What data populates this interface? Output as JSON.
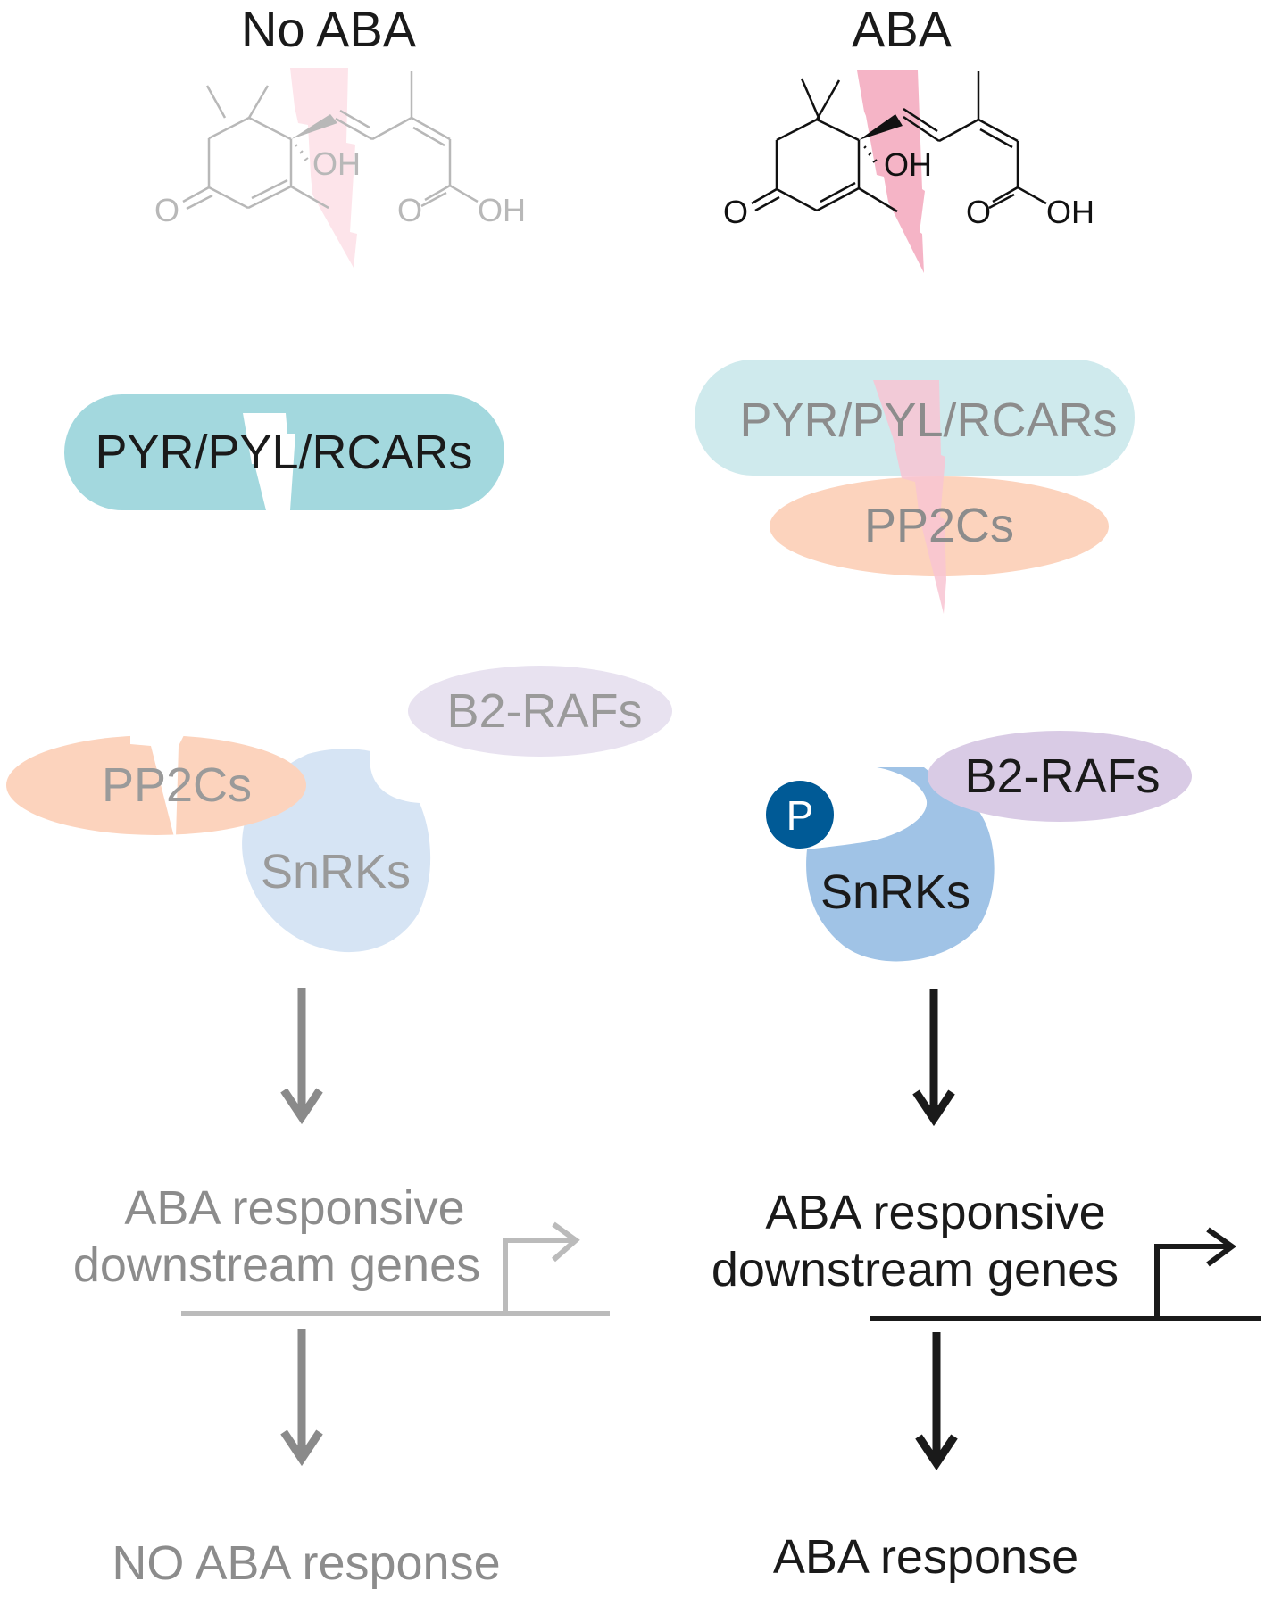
{
  "panels": {
    "left": {
      "title": "No ABA",
      "state": "inactive",
      "molecule": {
        "oh_label": "OH",
        "ketone_label": "O",
        "acid_o_label": "O",
        "acid_oh_label": "OH"
      },
      "receptor_label": "PYR/PYL/RCARs",
      "phosphatase_label": "PP2Cs",
      "kinase_label": "SnRKs",
      "raf_label": "B2-RAFs",
      "genes_line1": "ABA responsive",
      "genes_line2": "downstream genes",
      "response_label": "NO ABA response"
    },
    "right": {
      "title": "ABA",
      "state": "active",
      "molecule": {
        "oh_label": "OH",
        "ketone_label": "O",
        "acid_o_label": "O",
        "acid_oh_label": "OH"
      },
      "receptor_label": "PYR/PYL/RCARs",
      "phosphatase_label": "PP2Cs",
      "kinase_label": "SnRKs",
      "raf_label": "B2-RAFs",
      "phospho_label": "P",
      "genes_line1": "ABA responsive",
      "genes_line2": "downstream genes",
      "response_label": "ABA response"
    }
  },
  "colors": {
    "active_text": "#1a1a1a",
    "inactive_text": "#8c8c8c",
    "inactive_molecule": "#b8b8b8",
    "receptor_active": "#a3d8de",
    "receptor_faded": "#cfeaed",
    "pp2c": "#fcd3bd",
    "snrk_faded": "#d6e4f4",
    "snrk_active": "#a0c3e6",
    "raf_faded": "#e8e2f0",
    "raf_active": "#d9cbe5",
    "phospho": "#005a96",
    "bolt_active": "#f5b4c6",
    "bolt_faded": "#fde4ea",
    "arrow_gray": "#8a8a8a",
    "gene_line_gray": "#bbbbbb"
  }
}
